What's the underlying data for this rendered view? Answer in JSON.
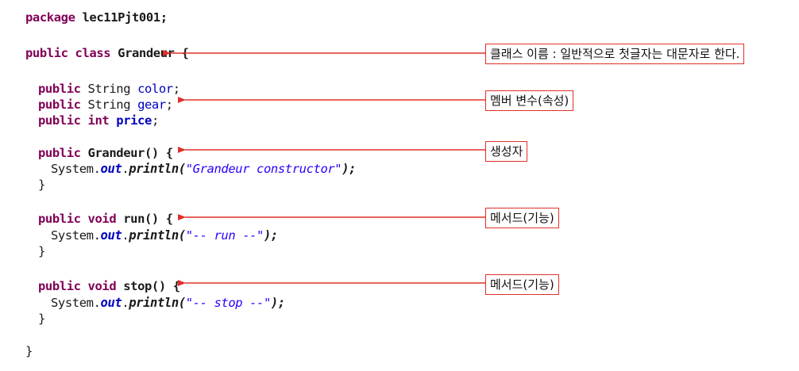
{
  "code": {
    "package_kw": "package",
    "package_name": "lec11Pjt001;",
    "public": "public",
    "class": "class",
    "class_name": "Grandeur",
    "open_brace": "{",
    "string_type": "String",
    "int_type": "int",
    "field_color": "color",
    "field_gear": "gear",
    "field_price": "price",
    "semicolon": ";",
    "constructor": "Grandeur() {",
    "system": "System.",
    "out": "out",
    "dot": ".",
    "println": "println",
    "open_paren": "(",
    "close_paren_semi": ");",
    "str_ctor": "\"Grandeur constructor\"",
    "void": "void",
    "run_sig": "run() {",
    "str_run": "\"-- run --\"",
    "stop_sig": "stop() {",
    "str_stop": "\"-- stop --\"",
    "close_brace": "}"
  },
  "annotations": {
    "class_name_note": "클래스 이름 : 일반적으로 첫글자는 대문자로 한다.",
    "member_var_note": "멤버 변수(속성)",
    "constructor_note": "생성자",
    "method_note_run": "메서드(기능)",
    "method_note_stop": "메서드(기능)"
  },
  "colors": {
    "keyword": "#7f0055",
    "field": "#0000c0",
    "string": "#2a00ff",
    "arrow": "#e0302a"
  }
}
